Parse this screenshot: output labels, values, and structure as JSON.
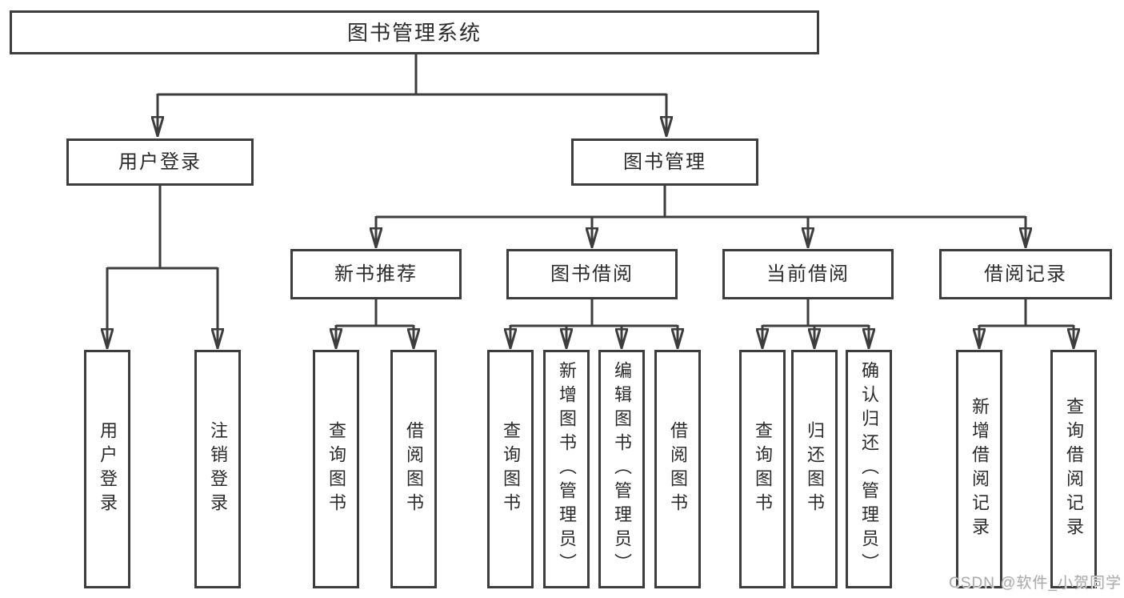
{
  "diagram": {
    "root": {
      "label": "图书管理系统"
    },
    "branches": [
      {
        "label": "用户登录",
        "children": [
          {
            "label": "用户登录"
          },
          {
            "label": "注销登录"
          }
        ]
      },
      {
        "label": "图书管理",
        "groups": [
          {
            "label": "新书推荐",
            "children": [
              {
                "label": "查询图书"
              },
              {
                "label": "借阅图书"
              }
            ]
          },
          {
            "label": "图书借阅",
            "children": [
              {
                "label": "查询图书"
              },
              {
                "label": "新增图书（管理员）"
              },
              {
                "label": "编辑图书（管理员）"
              },
              {
                "label": "借阅图书"
              }
            ]
          },
          {
            "label": "当前借阅",
            "children": [
              {
                "label": "查询图书"
              },
              {
                "label": "归还图书"
              },
              {
                "label": "确认归还（管理员）"
              }
            ]
          },
          {
            "label": "借阅记录",
            "children": [
              {
                "label": "新增借阅记录"
              },
              {
                "label": "查询借阅记录"
              }
            ]
          }
        ]
      }
    ]
  },
  "watermark": {
    "text": "CSDN @软件_小贺同学"
  },
  "colors": {
    "line": "#3d3d3d",
    "box_border": "#3d3d3d",
    "box_fill": "#ffffff",
    "text": "#2b2b2b",
    "watermark_text": "#ababab",
    "background": "#ffffff"
  }
}
